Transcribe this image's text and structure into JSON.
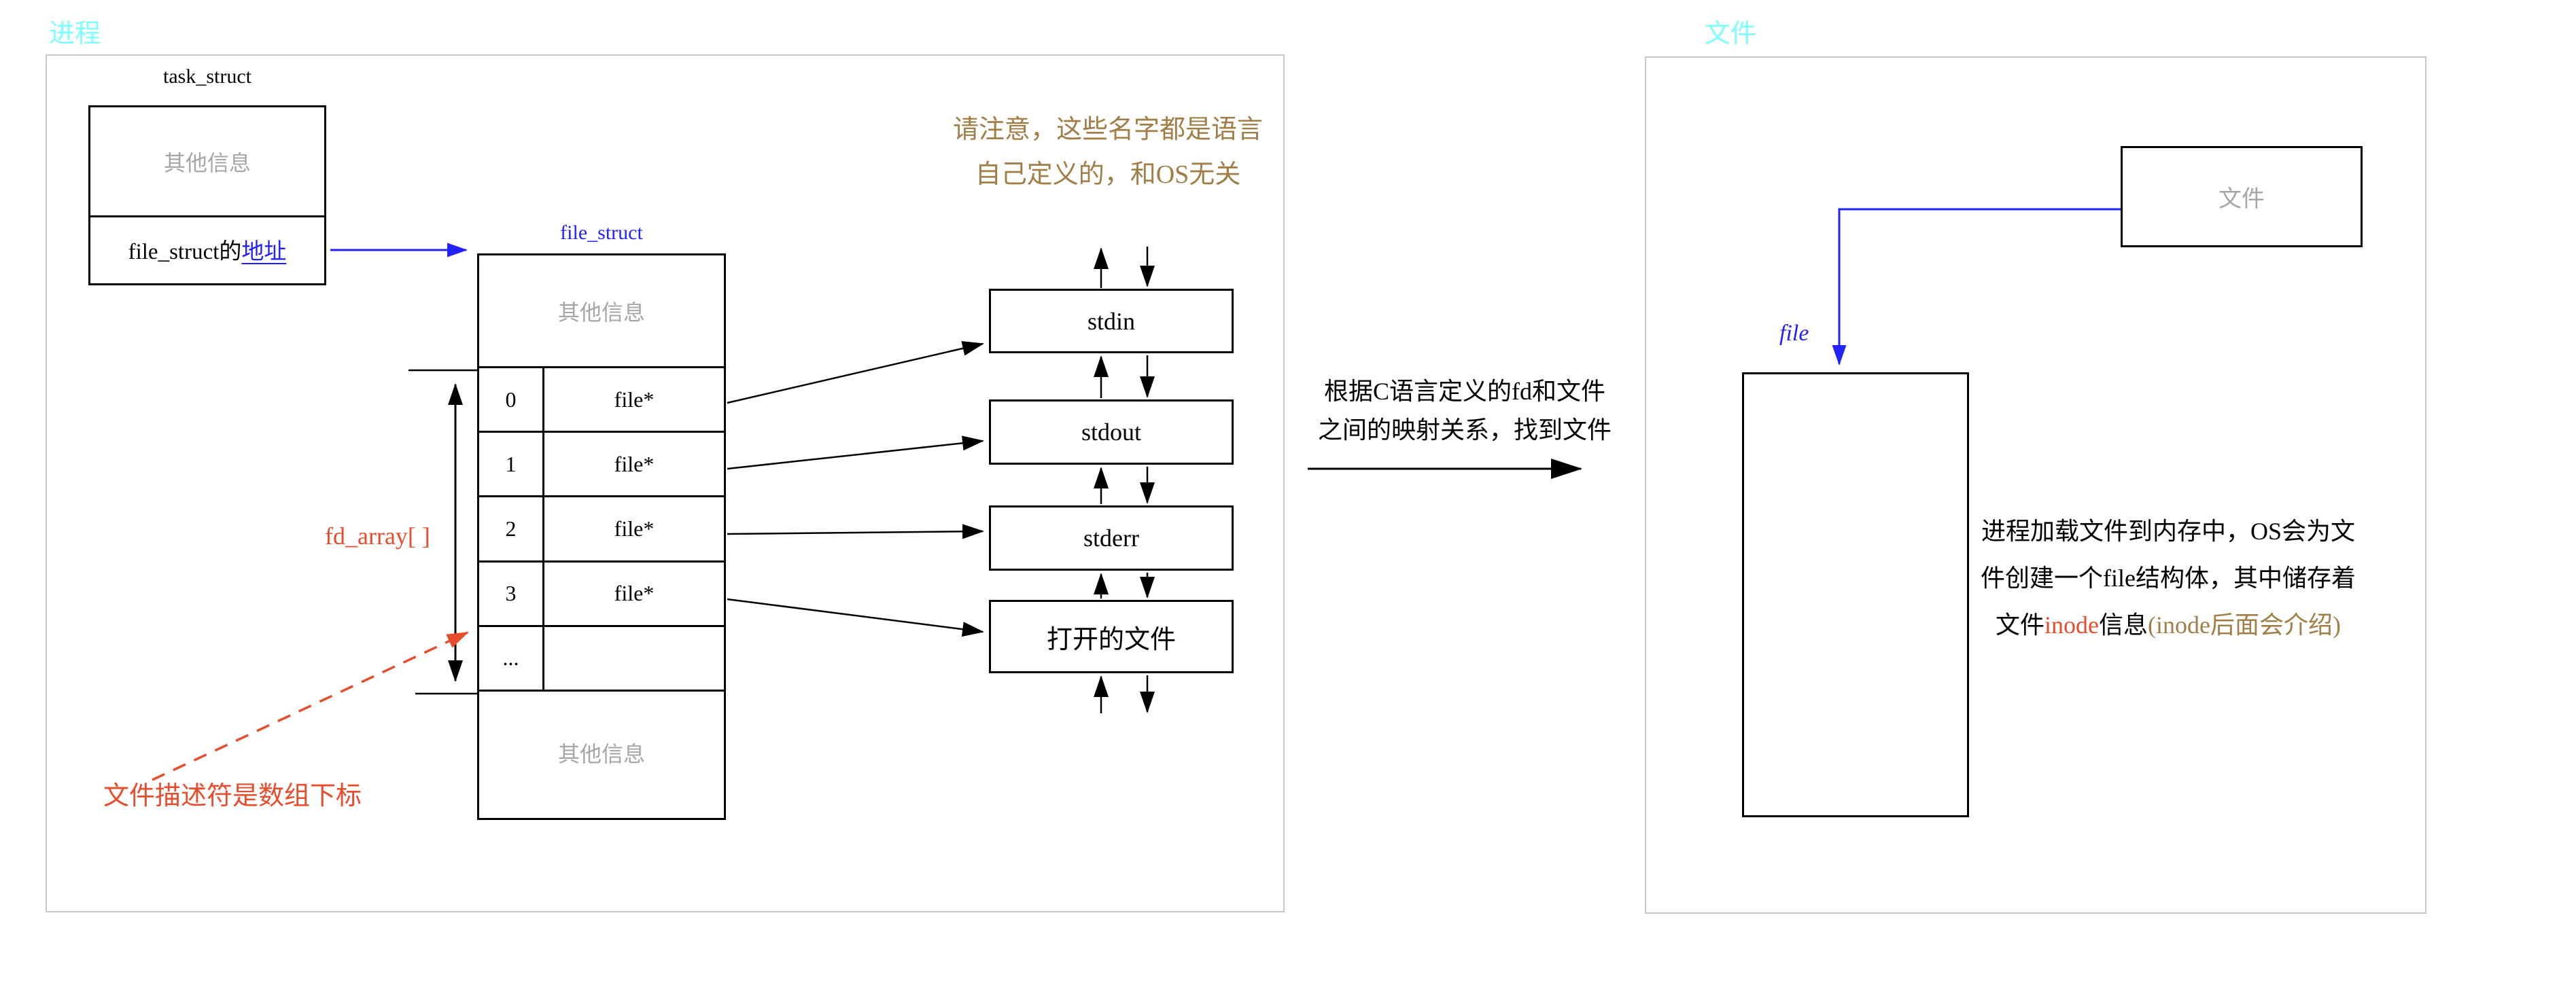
{
  "colors": {
    "cyan": "#7dffff",
    "blue": "#2222ff",
    "red": "#e74c2c",
    "brown": "#a17d47",
    "gray-text": "#a6a6a6",
    "panel-border": "#c8c8c8"
  },
  "left_panel": {
    "section_label": "进程",
    "task_struct": {
      "title": "task_struct",
      "top_cell": "其他信息",
      "bottom_cell_prefix": "file_struct的",
      "bottom_cell_link": "地址"
    },
    "file_struct": {
      "title": "file_struct",
      "top_cell": "其他信息",
      "rows": [
        {
          "index": "0",
          "value": "file*"
        },
        {
          "index": "1",
          "value": "file*"
        },
        {
          "index": "2",
          "value": "file*"
        },
        {
          "index": "3",
          "value": "file*"
        },
        {
          "index": "...",
          "value": ""
        }
      ],
      "bottom_cell": "其他信息"
    },
    "fd_array_label": "fd_array[ ]",
    "fd_note": "文件描述符是数组下标",
    "language_note_line1": "请注意，这些名字都是语言",
    "language_note_line2": "自己定义的，和OS无关",
    "std_boxes": [
      {
        "label": "stdin"
      },
      {
        "label": "stdout"
      },
      {
        "label": "stderr"
      },
      {
        "label": "打开的文件"
      }
    ]
  },
  "middle": {
    "caption_line1": "根据C语言定义的fd和文件",
    "caption_line2": "之间的映射关系，找到文件"
  },
  "right_panel": {
    "section_label": "文件",
    "file_source_box": "文件",
    "file_pointer_label": "file",
    "note": {
      "line1": "进程加载文件到内存中，OS会为文",
      "line2": "件创建一个file结构体，其中储存着",
      "line3_segments": [
        {
          "text": "文件",
          "color": "black"
        },
        {
          "text": "inode",
          "color": "red"
        },
        {
          "text": "信息",
          "color": "black"
        },
        {
          "text": "(inode后面会介绍)",
          "color": "brown"
        }
      ]
    }
  }
}
